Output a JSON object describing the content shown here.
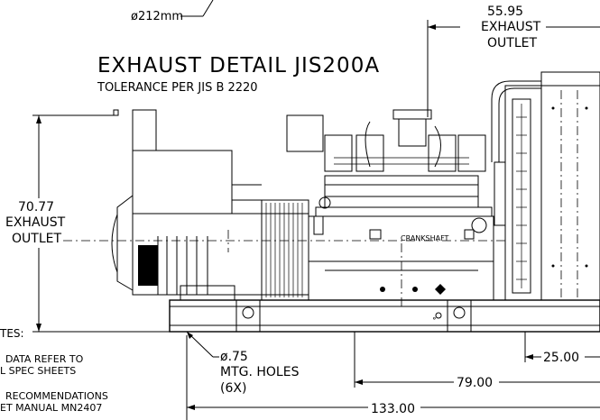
{
  "exhaust_pipe_diameter": "ø212mm",
  "title": "EXHAUST DETAIL JIS200A",
  "tolerance": "TOLERANCE PER JIS B 2220",
  "dim_55_95": {
    "value": "55.95",
    "line1": "EXHAUST",
    "line2": "OUTLET"
  },
  "dim_70_77": {
    "value": "70.77",
    "line1": "EXHAUST",
    "line2": "OUTLET"
  },
  "crankshaft_label": "CRANKSHAFT",
  "notes": {
    "heading": "TES:",
    "line1": "DATA REFER TO",
    "line2": "L SPEC SHEETS",
    "line3": "RECOMMENDATIONS",
    "line4": "ET MANUAL MN2407"
  },
  "mtg_holes": {
    "dia": "ø.75",
    "label": "MTG. HOLES",
    "count": "(6X)"
  },
  "dim_25": "25.00",
  "dim_79": "79.00",
  "dim_133": "133.00"
}
